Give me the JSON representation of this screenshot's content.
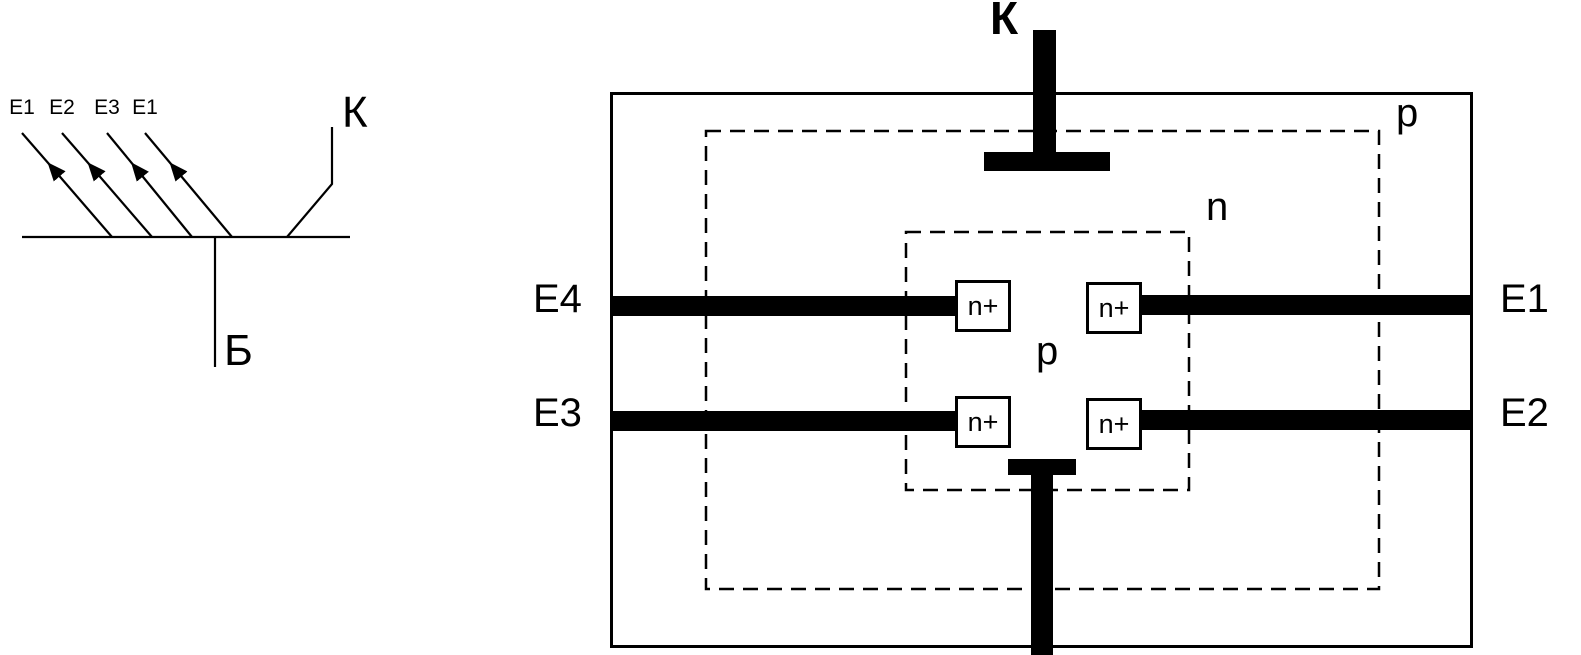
{
  "schematic": {
    "emitter_labels": [
      "Е1",
      "Е2",
      "Е3",
      "Е1"
    ],
    "collector_label": "К",
    "base_label": "Б"
  },
  "structure": {
    "collector_label": "К",
    "substrate_label": "p",
    "n_region_label": "n",
    "base_region_label": "p",
    "emitter_plus_label": "n+",
    "terminals": {
      "e4": "Е4",
      "e3": "Е3",
      "e1": "Е1",
      "e2": "Е2"
    }
  },
  "colors": {
    "ink": "#000000",
    "background": "#ffffff"
  }
}
